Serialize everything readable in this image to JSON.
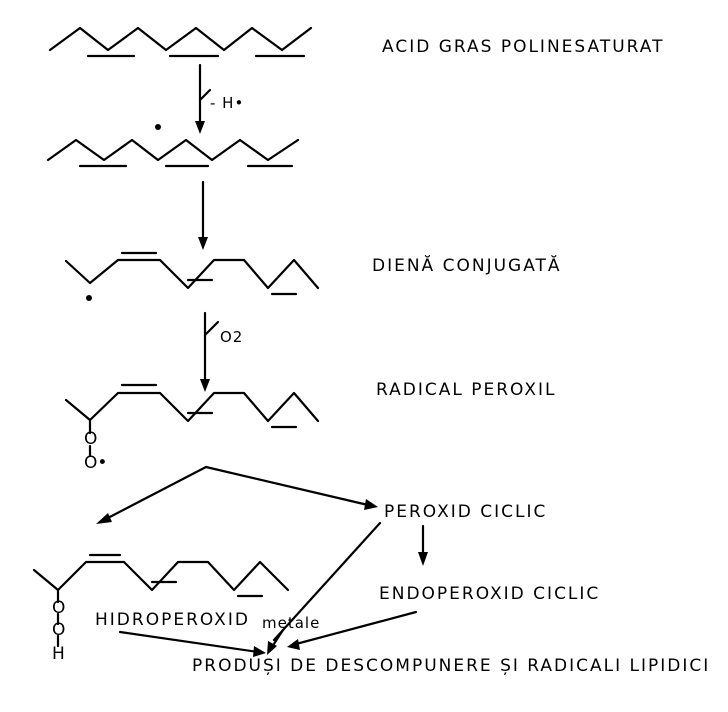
{
  "labels": {
    "pufa": "ACID GRAS POLINESATURAT",
    "diene": "DIENĂ CONJUGATĂ",
    "peroxyl": "RADICAL PEROXIL",
    "cyclic_peroxide": "PEROXID CICLIC",
    "endoperoxide": "ENDOPEROXID CICLIC",
    "hydroperoxide": "HIDROPEROXID",
    "metals": "metale",
    "products": "PRODUȘI DE DESCOMPUNERE ȘI RADICALI LIPIDICI"
  },
  "reagents": {
    "h_abstraction": "- H•",
    "oxygen": "O2"
  },
  "atoms": {
    "oxygen": "O",
    "oxygen_radical": "O•",
    "hydrogen": "H"
  }
}
